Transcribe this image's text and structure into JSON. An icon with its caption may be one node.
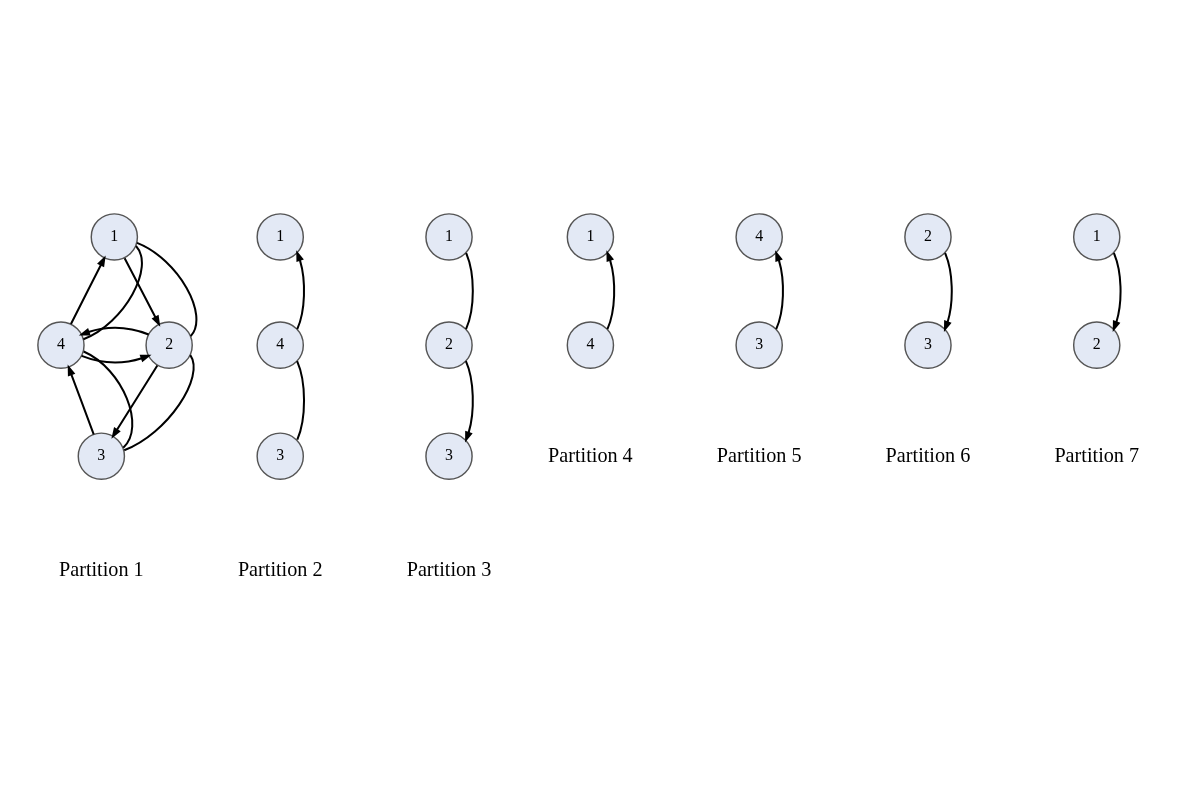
{
  "diagram": {
    "nodes": [
      {
        "text": [
          "1"
        ]
      },
      {
        "text": [
          "2"
        ]
      },
      {
        "text": [
          "3"
        ]
      },
      {
        "text": [
          "4"
        ]
      },
      {
        "text": [
          "1"
        ]
      },
      {
        "text": [
          "4"
        ]
      },
      {
        "text": [
          "3"
        ]
      },
      {
        "text": [
          "1"
        ]
      },
      {
        "text": [
          "2"
        ]
      },
      {
        "text": [
          "3"
        ]
      },
      {
        "text": [
          "1"
        ]
      },
      {
        "text": [
          "4"
        ]
      },
      {
        "text": [
          "4"
        ]
      },
      {
        "text": [
          "3"
        ]
      },
      {
        "text": [
          "2"
        ]
      },
      {
        "text": [
          "3"
        ]
      },
      {
        "text": [
          "1"
        ]
      },
      {
        "text": [
          "2"
        ]
      }
    ],
    "edges": [
      {
        "from": 3,
        "to": 0,
        "arrow": "to"
      },
      {
        "from": 0,
        "to": 1,
        "arrow": "to"
      },
      {
        "from": 1,
        "to": 2,
        "arrow": "to"
      },
      {
        "from": 2,
        "to": 3,
        "arrow": "to"
      },
      {
        "from": 3,
        "to": 1,
        "arrow": "to"
      },
      {
        "from": 1,
        "to": 3,
        "arrow": "to"
      },
      {
        "from": 0,
        "to": 1,
        "arrow": "none"
      },
      {
        "from": 1,
        "to": 2,
        "arrow": "none"
      },
      {
        "from": 2,
        "to": 3,
        "arrow": "none"
      },
      {
        "from": 3,
        "to": 0,
        "arrow": "none"
      },
      {
        "from": 6,
        "to": 5,
        "arrow": "none"
      },
      {
        "from": 5,
        "to": 4,
        "arrow": "to"
      },
      {
        "from": 7,
        "to": 8,
        "arrow": "none"
      },
      {
        "from": 8,
        "to": 9,
        "arrow": "to"
      },
      {
        "from": 11,
        "to": 10,
        "arrow": "to"
      },
      {
        "from": 13,
        "to": 12,
        "arrow": "to"
      },
      {
        "from": 14,
        "to": 15,
        "arrow": "to"
      },
      {
        "from": 16,
        "to": 17,
        "arrow": "to"
      }
    ],
    "labels": [
      "Partition 1",
      "Partition 2",
      "Partition 3",
      "Partition 4",
      "Partition 5",
      "Partition 6",
      "Partition 7"
    ]
  }
}
